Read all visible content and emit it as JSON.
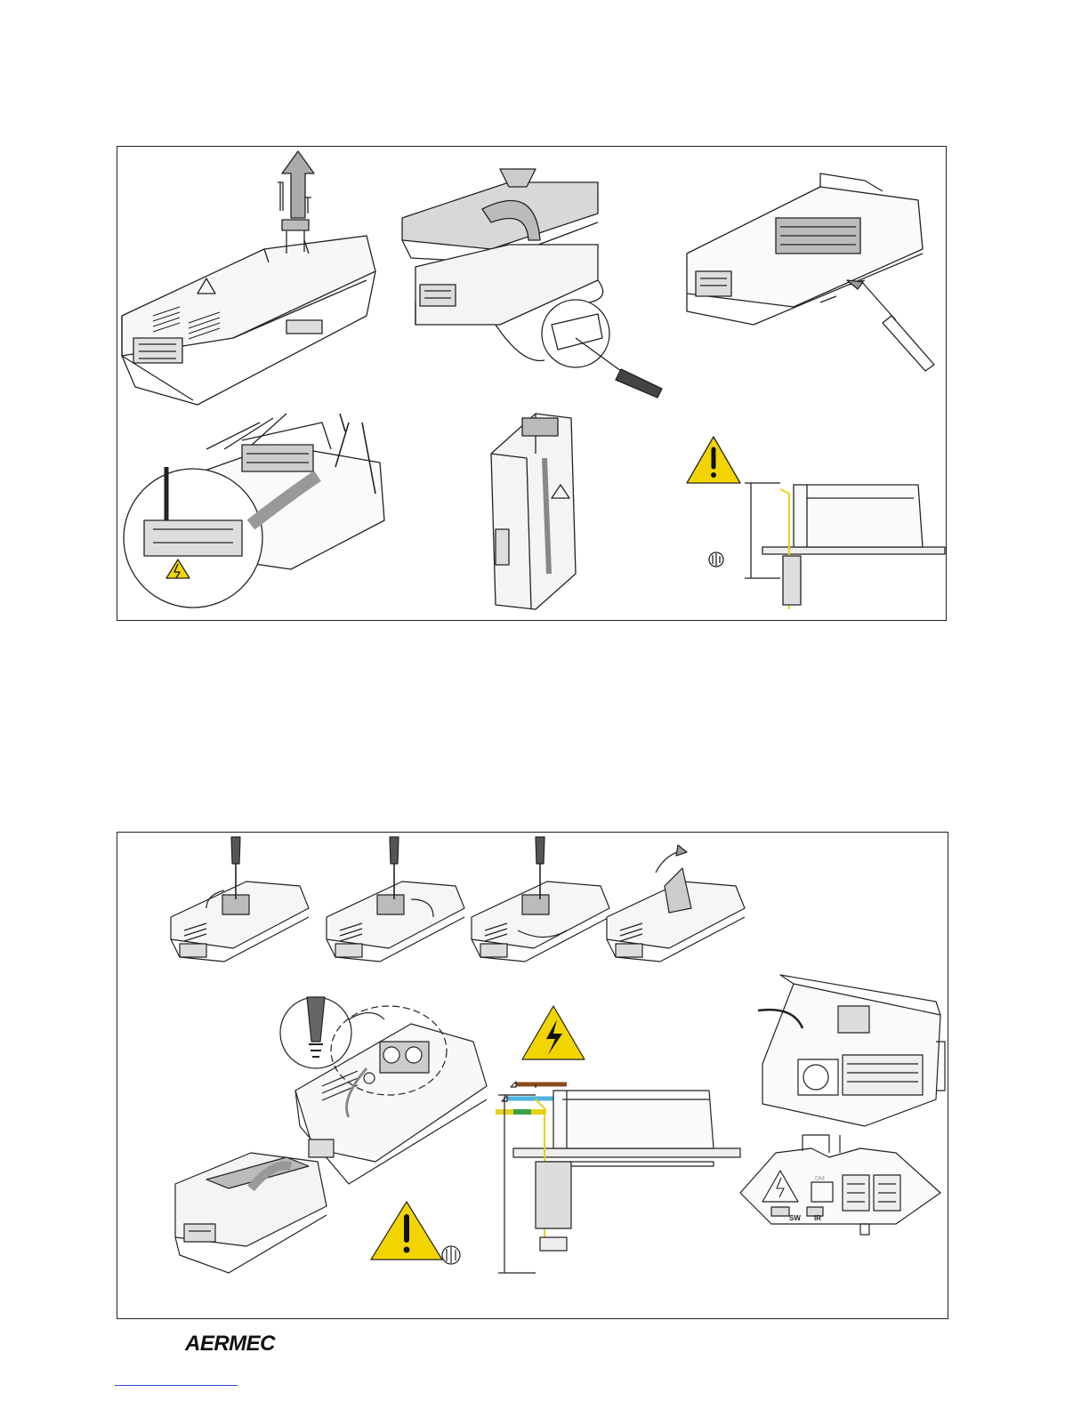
{
  "brand": {
    "logo_text": "AERMEC"
  },
  "figure_top": {
    "warning_icons": [
      "caution-icon",
      "electric-hazard-icon",
      "ground-symbol-icon"
    ]
  },
  "figure_bottom": {
    "board_labels": {
      "sw": "SW",
      "ir": "IR",
      "dm": "DM"
    },
    "wire_colors": {
      "brown": "#8B4A1E",
      "blue": "#4FB3E0",
      "earth_yellow": "#E6D21A",
      "earth_green": "#3AA34A"
    },
    "warning_yellow": "#F2D500"
  }
}
